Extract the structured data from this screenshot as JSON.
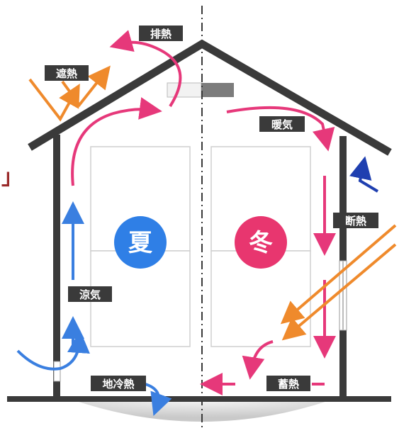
{
  "labels": {
    "exhaust_heat": "排熱",
    "heat_shield": "遮熱",
    "warm_air": "暖気",
    "insulation": "断熱",
    "cool_air": "涼気",
    "ground_cool_heat": "地冷熱",
    "heat_storage": "蓄熱",
    "summer": "夏",
    "winter": "冬",
    "left_edge": "」"
  },
  "colors": {
    "pink": "#e6387a",
    "orange": "#ef8a2c",
    "blue": "#3a7fe0",
    "navy": "#1f3fb0",
    "summer_badge": "#2f7fe6",
    "winter_badge": "#e8366f",
    "wall": "#3a3a3a",
    "tag_bg": "#3a3a3a"
  }
}
